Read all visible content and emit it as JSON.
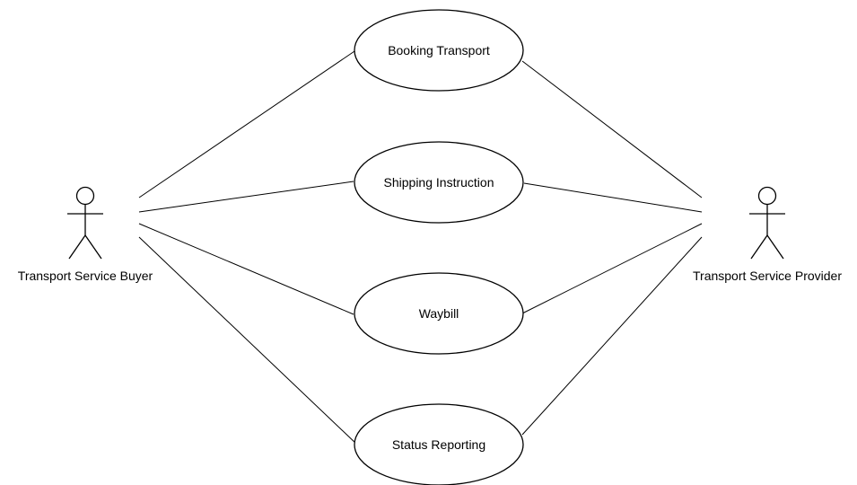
{
  "actors": {
    "buyer": {
      "label": "Transport Service Buyer"
    },
    "provider": {
      "label": "Transport Service Provider"
    }
  },
  "use_cases": [
    {
      "label": "Booking Transport"
    },
    {
      "label": "Shipping Instruction"
    },
    {
      "label": "Waybill"
    },
    {
      "label": "Status Reporting"
    }
  ]
}
